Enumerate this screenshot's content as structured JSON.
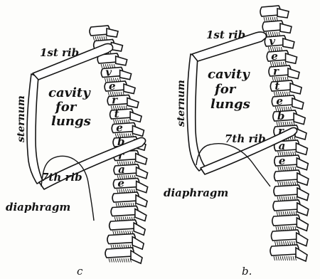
{
  "figures": [
    {
      "caption": "c",
      "labels": {
        "first_rib": "1st rib",
        "sternum": "sternum",
        "cavity": [
          "cavity",
          "for",
          "lungs"
        ],
        "seventh_rib": "7th rib",
        "diaphragm": "diaphragm"
      },
      "vertebra_letters": [
        "v",
        "e",
        "r",
        "t",
        "e",
        "b",
        "r",
        "a",
        "e"
      ]
    },
    {
      "caption": "b.",
      "labels": {
        "first_rib": "1st rib",
        "sternum": "sternum",
        "cavity": [
          "cavity",
          "for",
          "lungs"
        ],
        "seventh_rib": "7th rib",
        "diaphragm": "diaphragm"
      },
      "vertebra_letters": [
        "v",
        "e",
        "r",
        "t",
        "e",
        "b",
        "r",
        "a",
        "e"
      ]
    }
  ]
}
